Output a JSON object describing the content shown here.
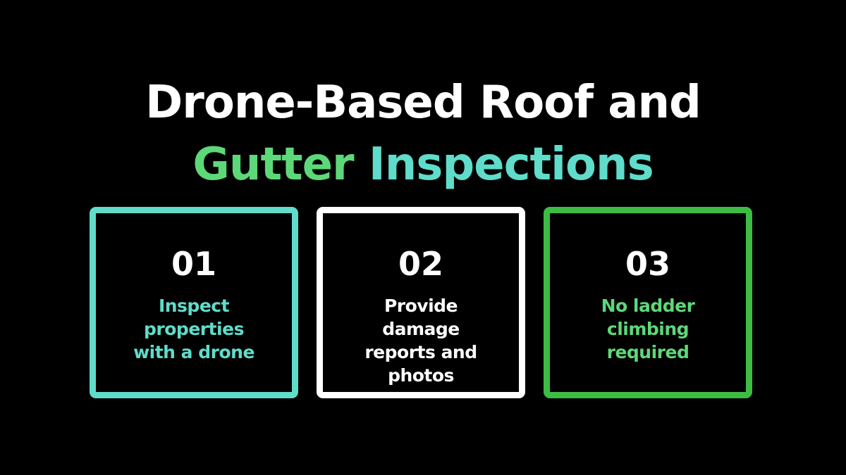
{
  "title": {
    "line1": "Drone-Based Roof and",
    "line2_part1": "Gutter",
    "line2_part2": "Inspections"
  },
  "cards": [
    {
      "number": "01",
      "lines": [
        "Inspect",
        "properties",
        "with a drone"
      ]
    },
    {
      "number": "02",
      "lines": [
        "Provide",
        "damage",
        "reports and",
        "photos"
      ]
    },
    {
      "number": "03",
      "lines": [
        "No ladder",
        "climbing",
        "required"
      ]
    }
  ],
  "colors": {
    "background": "#000000",
    "title_white": "#ffffff",
    "accent_green": "#5dd879",
    "accent_teal": "#5fdcca",
    "card1_border": "#5fdcca",
    "card2_border": "#ffffff",
    "card3_border": "#3cbc43",
    "card1_text": "#5fdcca",
    "card2_text": "#ffffff",
    "card3_text": "#5dd879"
  }
}
